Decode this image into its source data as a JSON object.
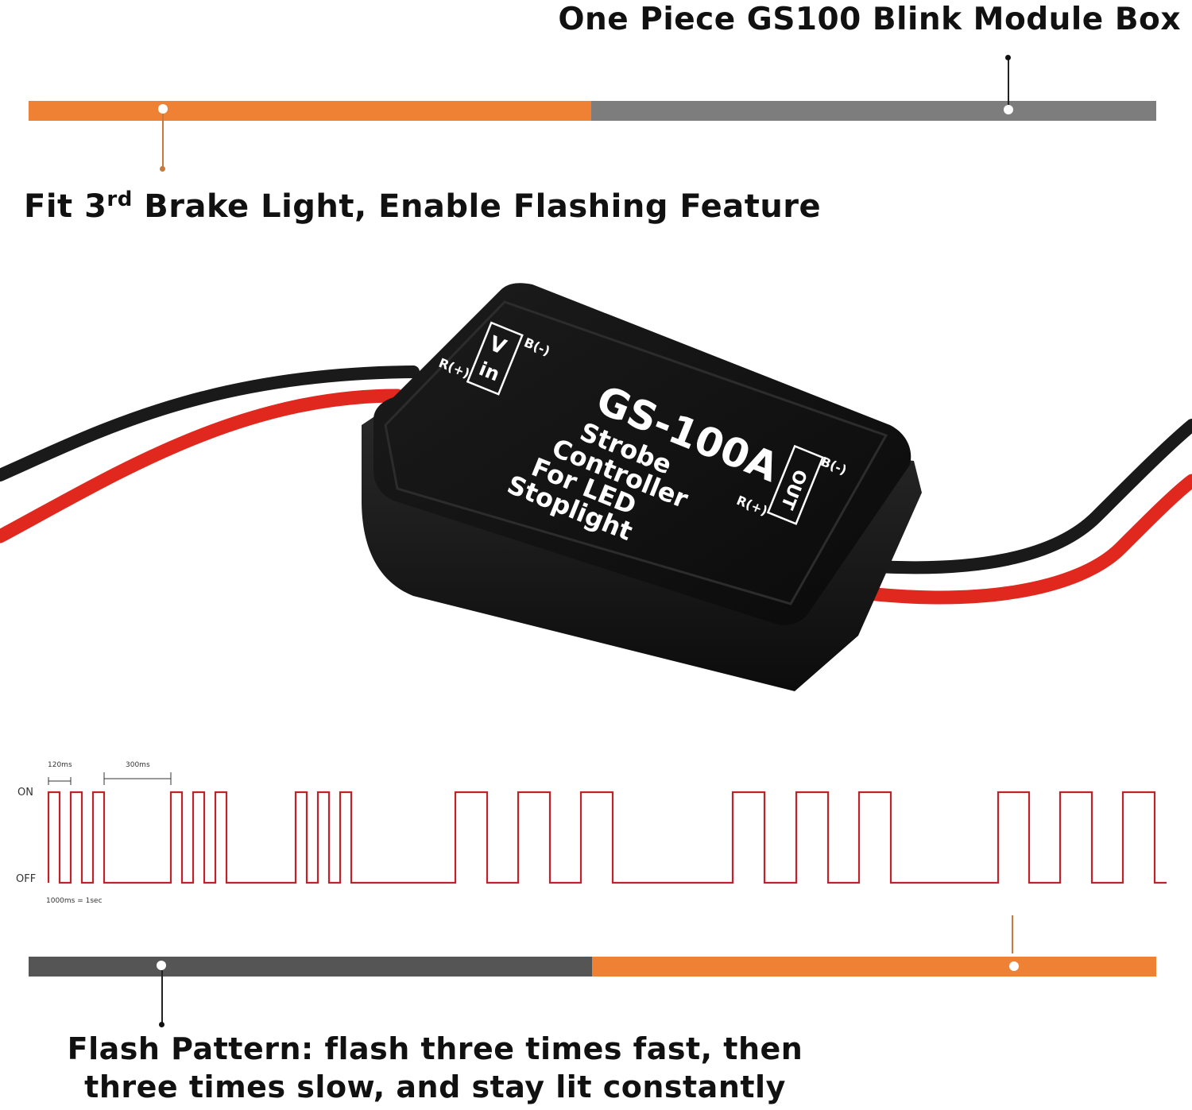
{
  "header": {
    "title": "One Piece GS100 Blink Module Box",
    "feature_prefix": "Fit 3",
    "feature_sup": "rd",
    "feature_suffix": " Brake Light, Enable Flashing Feature"
  },
  "colors": {
    "orange": "#ee8133",
    "gray": "#7d7d7d",
    "dark_gray": "#555555",
    "wave": "#c0222a",
    "cable_red": "#e0281e",
    "cable_black": "#1a1a1a"
  },
  "module": {
    "model": "GS-100A",
    "line1": "Strobe",
    "line2": "Controller",
    "line3": "For LED",
    "line4": "Stoplight",
    "in_neg": "B(-)",
    "in_pos": "R(+)",
    "in_v": "V",
    "in_in": "in",
    "out_neg": "B(-)",
    "out_pos": "R(+)",
    "out_label": "OUT"
  },
  "waveform": {
    "on_label": "ON",
    "off_label": "OFF",
    "fast_label": "120ms",
    "slow_label": "300ms",
    "scale_label": "1000ms = 1sec"
  },
  "footer": {
    "line1": "Flash Pattern: flash three times fast, then",
    "line2": "three times slow, and stay lit constantly"
  }
}
